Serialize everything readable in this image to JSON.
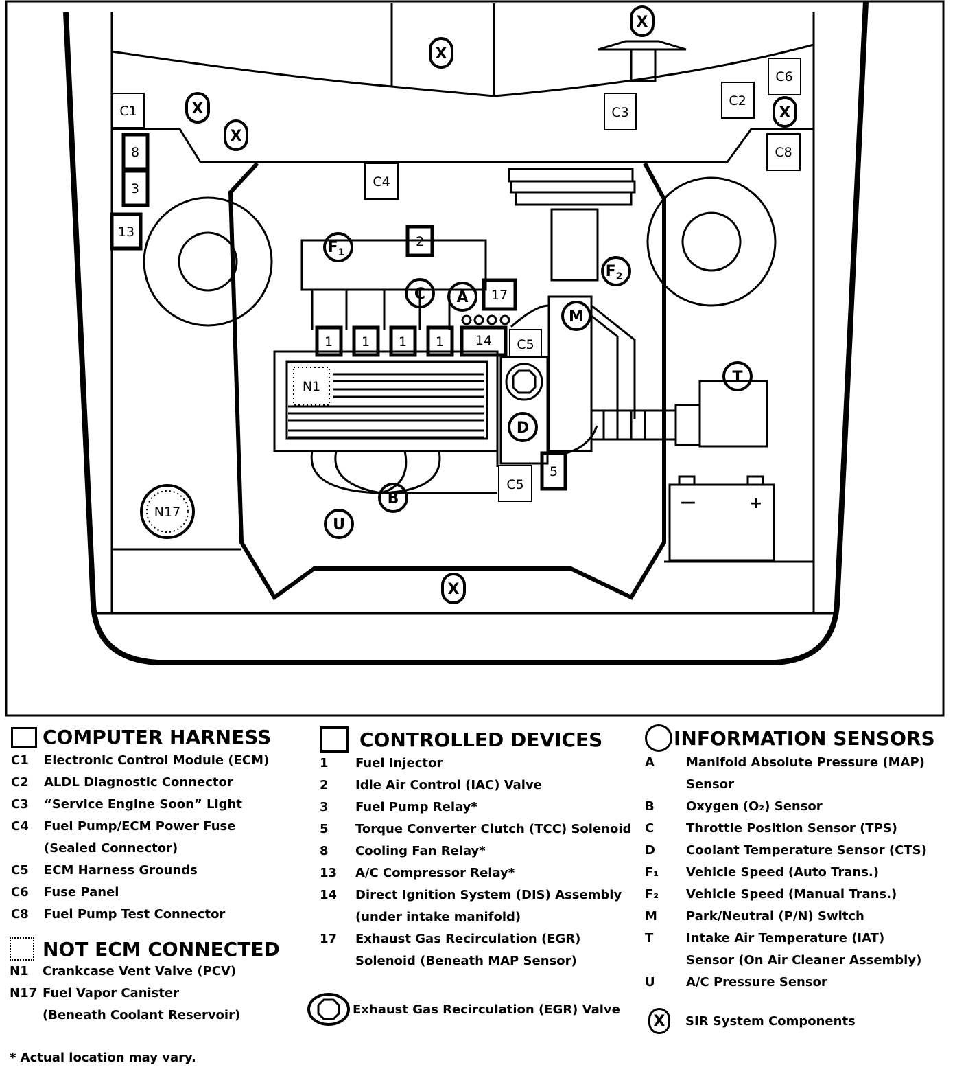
{
  "diagram_labels": {
    "C1": "C1",
    "C2": "C2",
    "C3": "C3",
    "C4": "C4",
    "C5": "C5",
    "C6": "C6",
    "C8": "C8",
    "n8": "8",
    "n3": "3",
    "n13": "13",
    "n2": "2",
    "n17": "17",
    "n14": "14",
    "n1": "1",
    "n5": "5",
    "N1": "N1",
    "N17": "N17",
    "A": "A",
    "B": "B",
    "C": "C",
    "D": "D",
    "M": "M",
    "T": "T",
    "U": "U",
    "X": "X",
    "F": "F",
    "sub1": "1",
    "sub2": "2",
    "minus": "—",
    "plus": "+"
  },
  "legend": {
    "computer_harness": {
      "title": "COMPUTER HARNESS",
      "items": [
        {
          "code": "C1",
          "desc": "Electronic Control Module (ECM)"
        },
        {
          "code": "C2",
          "desc": "ALDL Diagnostic Connector"
        },
        {
          "code": "C3",
          "desc": "“Service Engine Soon” Light"
        },
        {
          "code": "C4",
          "desc": "Fuel Pump/ECM Power Fuse"
        },
        {
          "code": "",
          "desc": "(Sealed Connector)"
        },
        {
          "code": "C5",
          "desc": "ECM Harness Grounds"
        },
        {
          "code": "C6",
          "desc": "Fuse Panel"
        },
        {
          "code": "C8",
          "desc": "Fuel Pump Test Connector"
        }
      ]
    },
    "not_ecm": {
      "title": "NOT ECM CONNECTED",
      "items": [
        {
          "code": "N1",
          "desc": "Crankcase Vent Valve (PCV)"
        },
        {
          "code": "N17",
          "desc": "Fuel Vapor Canister"
        },
        {
          "code": "",
          "desc": "(Beneath Coolant Reservoir)"
        }
      ]
    },
    "controlled_devices": {
      "title": "CONTROLLED DEVICES",
      "items": [
        {
          "code": "1",
          "desc": "Fuel Injector"
        },
        {
          "code": "2",
          "desc": "Idle Air Control (IAC) Valve"
        },
        {
          "code": "3",
          "desc": "Fuel Pump Relay*"
        },
        {
          "code": "5",
          "desc": "Torque Converter Clutch (TCC) Solenoid"
        },
        {
          "code": "8",
          "desc": "Cooling Fan Relay*"
        },
        {
          "code": "13",
          "desc": "A/C Compressor Relay*"
        },
        {
          "code": "14",
          "desc": "Direct Ignition System (DIS) Assembly"
        },
        {
          "code": "",
          "desc": "(under intake manifold)"
        },
        {
          "code": "17",
          "desc": "Exhaust Gas Recirculation (EGR)"
        },
        {
          "code": "",
          "desc": "Solenoid (Beneath MAP Sensor)"
        }
      ],
      "egr_valve": "Exhaust Gas Recirculation (EGR) Valve"
    },
    "information_sensors": {
      "title": "INFORMATION SENSORS",
      "items": [
        {
          "code": "A",
          "desc": "Manifold  Absolute Pressure  (MAP)"
        },
        {
          "code": "",
          "desc": "Sensor"
        },
        {
          "code": "B",
          "desc": "Oxygen (O₂) Sensor"
        },
        {
          "code": "C",
          "desc": "Throttle Position Sensor (TPS)"
        },
        {
          "code": "D",
          "desc": "Coolant Temperature Sensor (CTS)"
        },
        {
          "code": "F₁",
          "desc": "Vehicle Speed (Auto Trans.)"
        },
        {
          "code": "F₂",
          "desc": "Vehicle Speed (Manual Trans.)"
        },
        {
          "code": "M",
          "desc": "Park/Neutral (P/N) Switch"
        },
        {
          "code": "T",
          "desc": "Intake  Air Temperature (IAT)"
        },
        {
          "code": "",
          "desc": "Sensor (On Air Cleaner Assembly)"
        },
        {
          "code": "U",
          "desc": "A/C Pressure Sensor"
        }
      ],
      "sir": "SIR System Components",
      "sir_icon": "X"
    },
    "footnote": "* Actual location may vary."
  }
}
